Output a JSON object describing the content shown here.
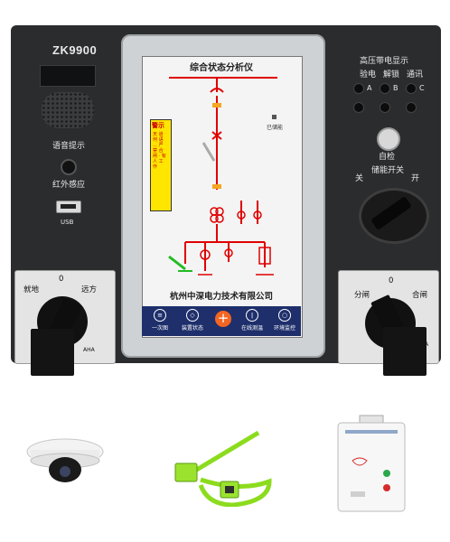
{
  "panel": {
    "model": "ZK9900",
    "left_labels": {
      "voice": "语音提示",
      "infrared": "红外感应",
      "usb": "USB"
    },
    "right_labels": {
      "hv_display": "高压带电显示",
      "lock_label": "验电",
      "unlock_label": "解锁",
      "comm_label": "通讯",
      "phase_a": "A",
      "phase_b": "B",
      "phase_c": "C",
      "self_check": "自检",
      "storage_switch": "储能开关",
      "off": "关",
      "on": "开"
    },
    "left_switch": {
      "left": "就地",
      "center": "0",
      "right": "远方",
      "brand": "AHA"
    },
    "right_switch": {
      "left": "分闸",
      "center": "0",
      "right": "合闸",
      "brand": "A"
    }
  },
  "screen": {
    "title": "综合状态分析仪",
    "warning_title": "警示",
    "warning_text": "天 道 何 语 … 严 禁 合 闸 · 有 人 工 作",
    "status_label": "已储能",
    "company": "杭州中深电力技术有限公司",
    "nav": [
      {
        "label": "一次图",
        "icon": "diagram-icon"
      },
      {
        "label": "装置状态",
        "icon": "shield-icon"
      },
      {
        "label": "在线测温",
        "icon": "thermometer-icon"
      },
      {
        "label": "环境监控",
        "icon": "monitor-icon"
      }
    ],
    "center_symbol": "+"
  },
  "colors": {
    "panel": "#2a2c2e",
    "screen_nav": "#1e2f6b",
    "circuit": "#e00000",
    "accent": "#f26522"
  }
}
